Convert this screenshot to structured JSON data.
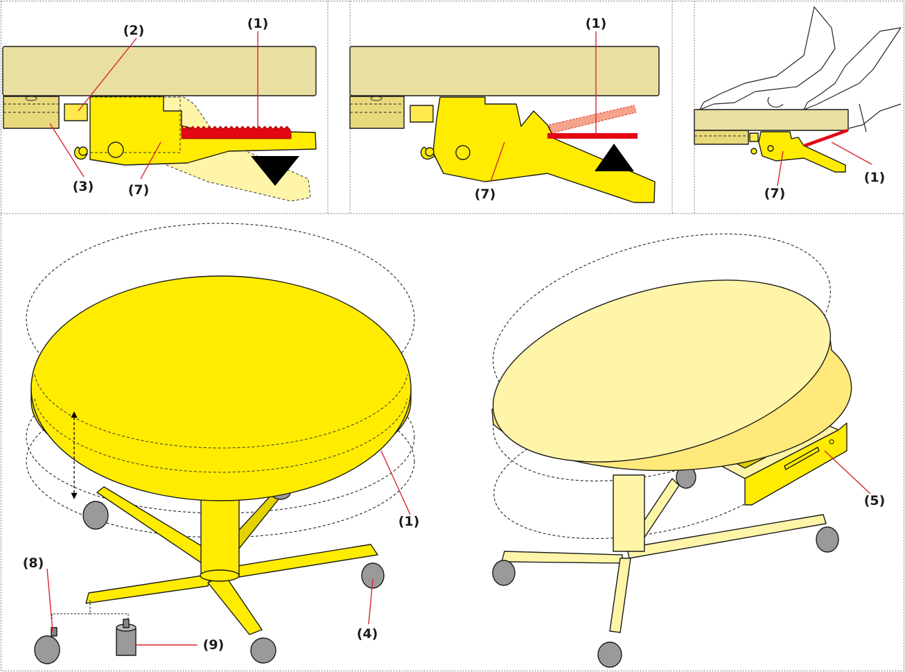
{
  "labels": {
    "p1_lever": "(1)",
    "p1_pin": "(2)",
    "p1_rail": "(3)",
    "p1_bracket": "(7)",
    "p2_lever": "(1)",
    "p2_bracket": "(7)",
    "p3_lever": "(1)",
    "p3_bracket": "(7)",
    "stool_lever": "(1)",
    "stool_caster": "(4)",
    "stool_drawer": "(5)",
    "glide_caster": "(8)",
    "glide_foot": "(9)"
  },
  "colors": {
    "seat_bright": "#ffec00",
    "seat_pale": "#fff5a8",
    "board_tan": "#e8dfa0",
    "lever_red": "#e30613",
    "lever_ghost": "#f4a48a",
    "caster_grey": "#9a9a9a",
    "outline": "#1a1a1a",
    "leader_red": "#d9232e",
    "arrow_black": "#000000"
  },
  "icons": {
    "arrow_down": "down-triangle-icon",
    "arrow_up": "up-triangle-icon"
  }
}
